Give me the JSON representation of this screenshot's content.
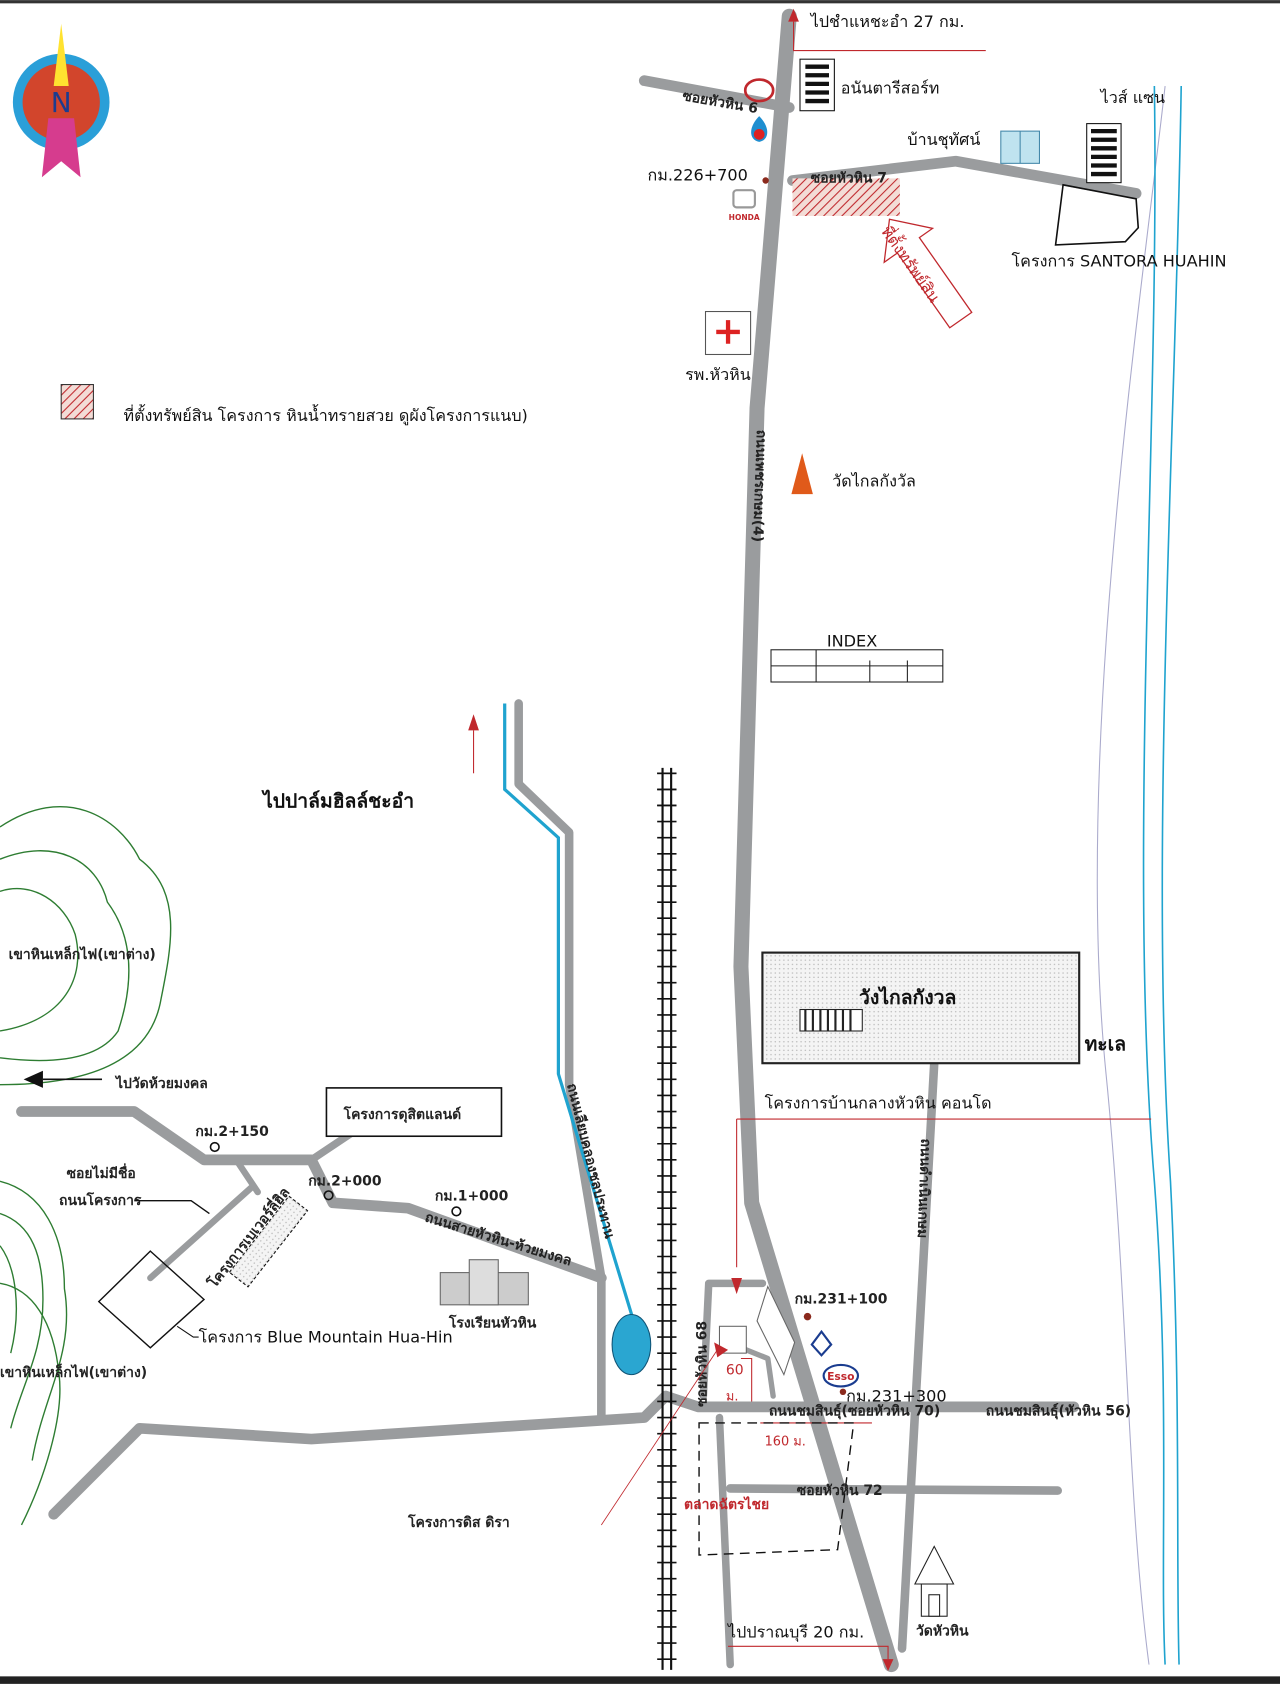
{
  "map": {
    "north_label": "N",
    "legend": {
      "text": "ที่ตั้งทรัพย์สิน โครงการ หินน้ำทรายสวย ดูผังโครงการแนบ)"
    },
    "directions": {
      "to_chaam": "ไปชำแหชะอำ 27 กม.",
      "to_pranburi": "ไปปราณบุรี 20 กม.",
      "to_palm_hills": "ไปปาล์มฮิลล์ชะอำ",
      "to_wat_huai_mongkol": "ไปวัดห้วยมงคล"
    },
    "property_marker": "ที่ตั้งทรัพย์สิน",
    "roads": {
      "soi_6": "ซอยหัวหิน 6",
      "soi_7": "ซอยหัวหิน 7",
      "phetkasem": "ถนนเพชรเกษม(4)",
      "canal_road": "ถนนเลียบคลองชลประทาน",
      "huai_mongkol_road": "ถนนสายหัวหิน-ห้วยมงคล",
      "unnamed_soi": "ซอยไม่มีชื่อ",
      "project_road": "ถนนโครงการ",
      "chomsin_70": "ถนนชมสินธุ์(ซอยหัวหิน 70)",
      "chomsin_56": "ถนนชมสินธุ์(หัวหิน 56)",
      "soi_72": "ซอยหัวหิน 72",
      "soi_68": "ซอยหัวหิน 68",
      "beach_road": "ถนนดำเนินเกษม"
    },
    "km_markers": {
      "km226": "กม.226+700",
      "km231_100": "กม.231+100",
      "km231_300": "กม.231+300",
      "km2_150": "กม.2+150",
      "km2_000": "กม.2+000",
      "km1_000": "กม.1+000"
    },
    "places": {
      "anantara": "อนันตารีสอร์ท",
      "baan_chuthat": "บ้านชุทัศน์",
      "white_sand": "ไวส์ แซน",
      "santora": "โครงการ SANTORA HUAHIN",
      "hospital": "รพ.หัวหิน",
      "wat_klai_kangwon": "วัดไกลกังวัล",
      "index": "INDEX",
      "wang_klai_kangwon": "วังไกลกังวล",
      "sea": "ทะเล",
      "baan_klang_condo": "โครงการบ้านกลางหัวหิน คอนโด",
      "dusit_land": "โครงการดุสิตแลนด์",
      "river_side": "โครงการเบเวอร์ลี่ฮิล",
      "blue_mountain": "โครงการ Blue Mountain Hua-Hin",
      "school": "โรงเรียนหัวหิน",
      "mountain_1": "เขาหินเหล็กไฟ(เขาต่าง)",
      "mountain_2": "เขาหินเหล็กไฟ(เขาต่าง)",
      "chatchai_market": "ตลาดฉัตรไชย",
      "dis_dira": "โครงการดิส ดิรา",
      "wat_hua_hin": "วัดหัวหิน",
      "honda": "HONDA",
      "esso": "Esso"
    },
    "distances": {
      "d60": "60",
      "d60_unit": "ม.",
      "d160": "160 ม."
    },
    "colors": {
      "road": "#9a9c9e",
      "water": "#1fa3cf",
      "accent": "#c0282d",
      "contour": "#2e7d32"
    }
  }
}
